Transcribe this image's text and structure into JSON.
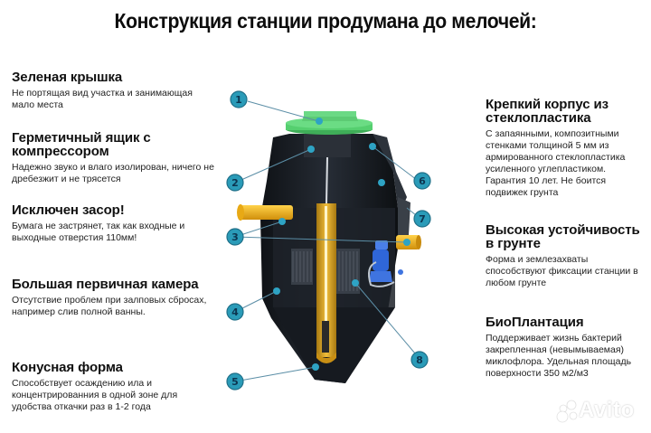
{
  "title": "Конструкция станции продумана до мелочей:",
  "features_left": [
    {
      "heading": "Зеленая крышка",
      "text": "Не портящая вид участка и занимающая мало места"
    },
    {
      "heading": "Герметичный ящик с компрессором",
      "text": "Надежно звуко и влаго изолирован, ничего не дребезжит и не трясется"
    },
    {
      "heading": "Исключен засор!",
      "text": "Бумага не застрянет, так как входные и выходные отверстия 110мм!"
    },
    {
      "heading": "Большая первичная камера",
      "text": "Отсутствие проблем при залповых сбросах, например слив полной ванны."
    },
    {
      "heading": "Конусная форма",
      "text": "Способствует осаждению ила и концентрированния в одной зоне для удобства откачки раз в 1-2 года"
    }
  ],
  "features_right": [
    {
      "heading": "Крепкий корпус из стеклопластика",
      "text": "С запаянными, композитными стенками толщиной 5 мм из армированного стеклопластика усиленного углепластиком. Гарантия 10 лет. Не боится подвижек грунта"
    },
    {
      "heading": "Высокая устойчивость в грунте",
      "text": "Форма и землезахваты способствуют фиксации станции в любом грунте"
    },
    {
      "heading": "БиоПлантация",
      "text": "Поддерживает жизнь бактерий закрепленная (невымываемая) миклофлора. Удельная площадь поверхности 350 м2/м3"
    }
  ],
  "diagram": {
    "callouts": [
      "1",
      "2",
      "3",
      "4",
      "5",
      "6",
      "7",
      "8"
    ],
    "colors": {
      "callout_fill": "#2a9bb8",
      "callout_stroke": "#1f6f88",
      "lid_green": "#4fc76a",
      "body_black": "#1b1f25",
      "pipe_yellow": "#f2b21c",
      "pump_blue": "#2f66d8"
    }
  },
  "watermark": "Avito"
}
